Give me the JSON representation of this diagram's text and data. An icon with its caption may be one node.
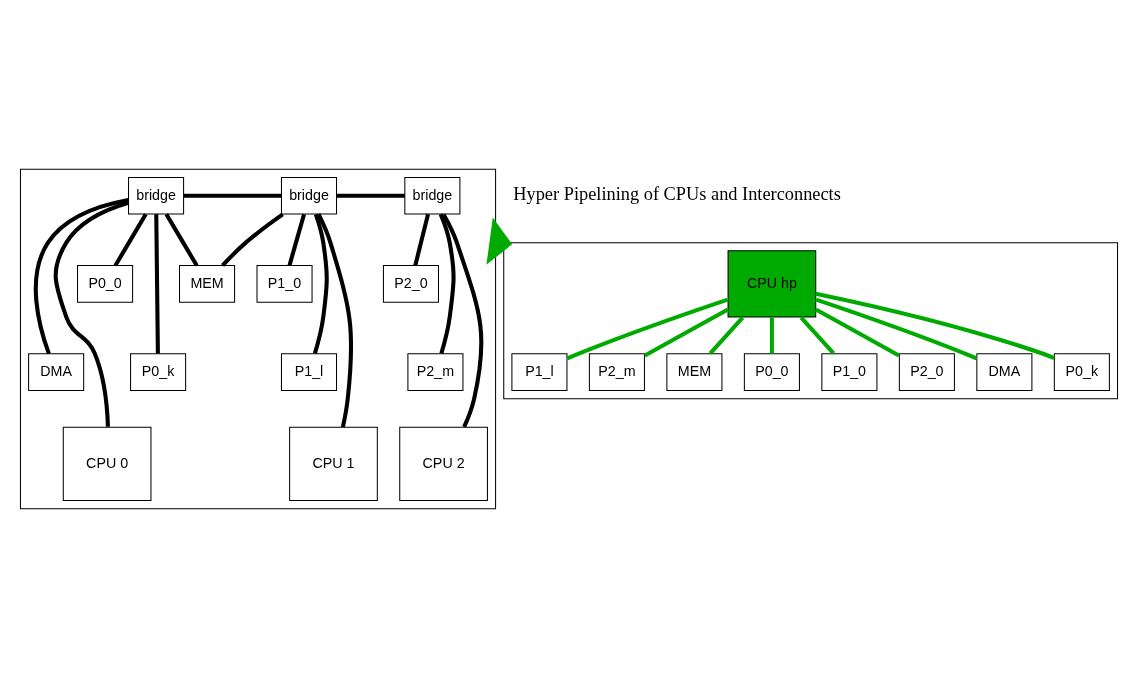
{
  "diagram": {
    "nodes": [
      {
        "text": [],
        "shape": "box"
      },
      {
        "text": [
          "bridge"
        ],
        "in": 0
      },
      {
        "text": [
          "bridge"
        ],
        "in": 0
      },
      {
        "text": [
          "bridge"
        ],
        "in": 0
      },
      {
        "text": [
          "P0_0"
        ],
        "in": 0
      },
      {
        "text": [
          "MEM"
        ],
        "in": 0
      },
      {
        "text": [
          "P1_0"
        ],
        "in": 0
      },
      {
        "text": [
          "P2_0"
        ],
        "in": 0
      },
      {
        "text": [
          "P0_k"
        ],
        "in": 0
      },
      {
        "text": [
          "DMA"
        ],
        "in": 0
      },
      {
        "text": [
          "P1_l"
        ],
        "in": 0
      },
      {
        "text": [
          "P2_m"
        ],
        "in": 0
      },
      {
        "text": [
          "CPU 0"
        ],
        "in": 0
      },
      {
        "text": [
          "CPU 1"
        ],
        "in": 0
      },
      {
        "text": [
          "CPU 2"
        ],
        "in": 0
      },
      {
        "text": [],
        "shape": "box"
      },
      {
        "text": [
          "CPU hp"
        ],
        "in": 15
      },
      {
        "text": [
          "MEM"
        ],
        "in": 15
      },
      {
        "text": [
          "P0_0"
        ],
        "in": 15
      },
      {
        "text": [
          "P1_0"
        ],
        "in": 15
      },
      {
        "text": [
          "P2_0"
        ],
        "in": 15
      },
      {
        "text": [
          "DMA"
        ],
        "in": 15
      },
      {
        "text": [
          "P0_k"
        ],
        "in": 15
      },
      {
        "text": [
          "P1_l"
        ],
        "in": 15
      },
      {
        "text": [
          "P2_m"
        ],
        "in": 15
      }
    ],
    "edges": [
      {
        "from": 1,
        "to": 2,
        "arrow": "none"
      },
      {
        "from": 2,
        "to": 3,
        "arrow": "none"
      },
      {
        "from": 1,
        "to": 4,
        "arrow": "none"
      },
      {
        "from": 1,
        "to": 5,
        "arrow": "none"
      },
      {
        "from": 1,
        "to": 8,
        "arrow": "none"
      },
      {
        "from": 1,
        "to": 9,
        "arrow": "none"
      },
      {
        "from": 1,
        "to": 12,
        "arrow": "none"
      },
      {
        "from": 2,
        "to": 5,
        "arrow": "none"
      },
      {
        "from": 2,
        "to": 6,
        "arrow": "none"
      },
      {
        "from": 2,
        "to": 10,
        "arrow": "none"
      },
      {
        "from": 2,
        "to": 13,
        "arrow": "none"
      },
      {
        "from": 3,
        "to": 7,
        "arrow": "none"
      },
      {
        "from": 3,
        "to": 11,
        "arrow": "none"
      },
      {
        "from": 3,
        "to": 14,
        "arrow": "none"
      },
      {
        "from": 0,
        "to": 15,
        "arrow": "to",
        "style": "thick",
        "color": "#00aa00"
      },
      {
        "from": 16,
        "to": 17,
        "arrow": "none",
        "color": "#00aa00"
      },
      {
        "from": 16,
        "to": 21,
        "arrow": "none",
        "color": "#00aa00"
      },
      {
        "from": 16,
        "to": 18,
        "arrow": "none",
        "color": "#00aa00"
      },
      {
        "from": 16,
        "to": 22,
        "arrow": "none",
        "color": "#00aa00"
      },
      {
        "from": 16,
        "to": 19,
        "arrow": "none",
        "color": "#00aa00"
      },
      {
        "from": 16,
        "to": 23,
        "arrow": "none",
        "color": "#00aa00"
      },
      {
        "from": 16,
        "to": 20,
        "arrow": "none",
        "color": "#00aa00"
      },
      {
        "from": 16,
        "to": 24,
        "arrow": "none",
        "color": "#00aa00"
      }
    ],
    "labels": [
      "Hyper Pipelining of CPUs and Interconnects"
    ]
  }
}
